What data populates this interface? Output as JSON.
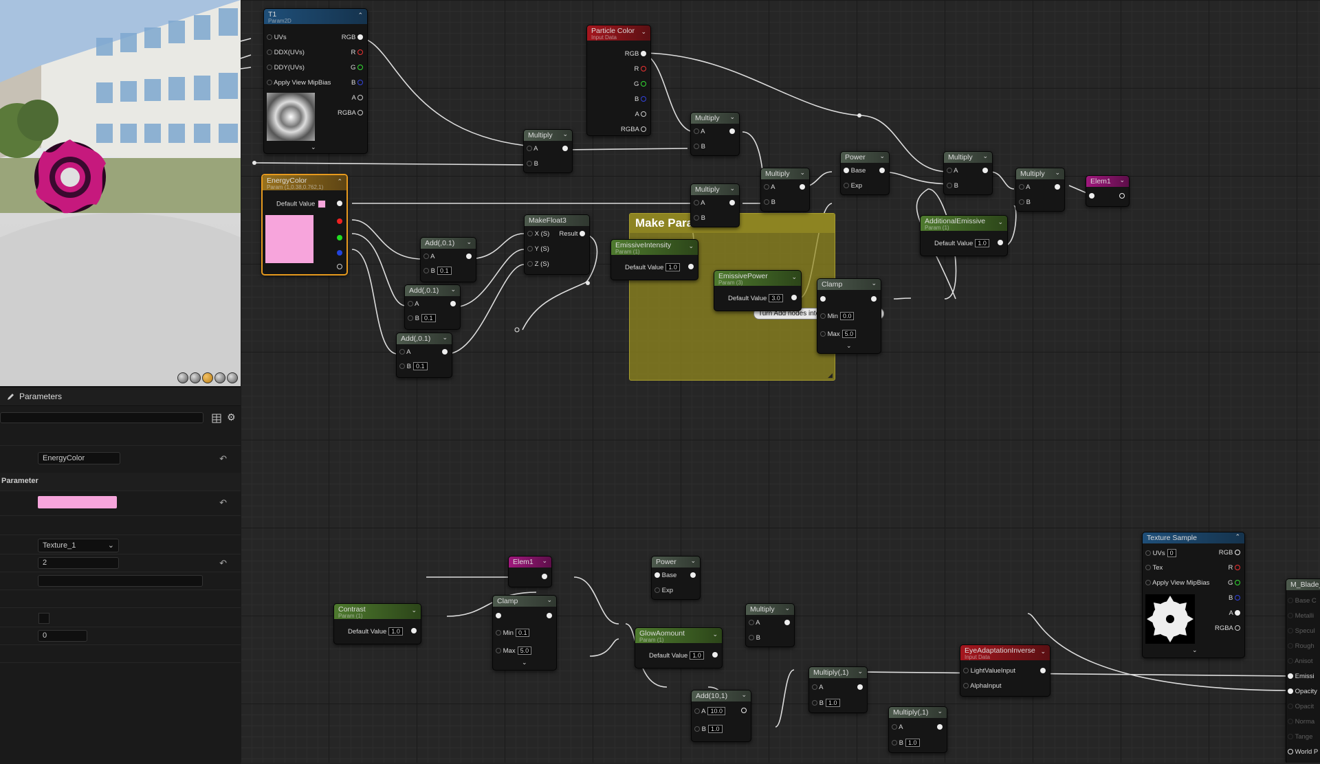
{
  "colors": {
    "accent": "#f7a5dc",
    "particle": "#c6197d"
  },
  "viewport": {
    "controls": [
      "lit-mode",
      "unlit-mode",
      "material-mode",
      "wireframe-mode",
      "realtime-mode"
    ]
  },
  "details": {
    "title": "Parameters",
    "param_name": "EnergyColor",
    "group_label": "Parameter",
    "texture_select": "Texture_1",
    "number_value": "2",
    "zero_value": "0"
  },
  "nodes": {
    "t1": {
      "title": "T1",
      "subtitle": "Param2D",
      "inputs": [
        "UVs",
        "DDX(UVs)",
        "DDY(UVs)",
        "Apply View MipBias"
      ],
      "outputs": [
        "RGB",
        "R",
        "G",
        "B",
        "A",
        "RGBA"
      ]
    },
    "particle": {
      "title": "Particle Color",
      "subtitle": "Input Data",
      "outputs": [
        "RGB",
        "R",
        "G",
        "B",
        "A",
        "RGBA"
      ]
    },
    "energy": {
      "title": "EnergyColor",
      "subtitle": "Param (1,0.38,0.762,1)",
      "default_label": "Default Value"
    },
    "makeparam": {
      "title": "Make Param"
    },
    "makefloat3": {
      "title": "MakeFloat3",
      "inputs": [
        "X (S)",
        "Y (S)",
        "Z (S)"
      ],
      "output": "Result"
    },
    "add1": {
      "title": "Add(,0.1)",
      "a": "A",
      "b": "B",
      "bval": "0.1"
    },
    "add2": {
      "title": "Add(,0.1)",
      "a": "A",
      "b": "B",
      "bval": "0.1"
    },
    "add3": {
      "title": "Add(,0.1)",
      "a": "A",
      "b": "B",
      "bval": "0.1"
    },
    "tooltip": "Turn Add nodes into StaticSwitchParam",
    "mul1": {
      "title": "Multiply",
      "a": "A",
      "b": "B"
    },
    "mul2": {
      "title": "Multiply",
      "a": "A",
      "b": "B"
    },
    "mul3": {
      "title": "Multiply",
      "a": "A",
      "b": "B"
    },
    "mul4": {
      "title": "Multiply",
      "a": "A",
      "b": "B"
    },
    "mul5": {
      "title": "Multiply",
      "a": "A",
      "b": "B"
    },
    "mul6": {
      "title": "Multiply",
      "a": "A",
      "b": "B"
    },
    "power1": {
      "title": "Power",
      "base": "Base",
      "exp": "Exp"
    },
    "emissive_int": {
      "title": "EmissiveIntensity",
      "subtitle": "Param (1)",
      "label": "Default Value",
      "val": "1.0"
    },
    "emissive_pow": {
      "title": "EmissivePower",
      "subtitle": "Param (3)",
      "label": "Default Value",
      "val": "3.0"
    },
    "clamp1": {
      "title": "Clamp",
      "min": "Min",
      "minv": "0.0",
      "max": "Max",
      "maxv": "5.0"
    },
    "add_emissive": {
      "title": "AdditionalEmissive",
      "subtitle": "Param (1)",
      "label": "Default Value",
      "val": "1.0"
    },
    "elem1a": {
      "title": "Elem1"
    },
    "elem1b": {
      "title": "Elem1"
    },
    "contrast": {
      "title": "Contrast",
      "subtitle": "Param (1)",
      "label": "Default Value",
      "val": "1.0"
    },
    "clamp2": {
      "title": "Clamp",
      "min": "Min",
      "minv": "0.1",
      "max": "Max",
      "maxv": "5.0"
    },
    "power2": {
      "title": "Power",
      "base": "Base",
      "exp": "Exp"
    },
    "glow": {
      "title": "GlowAomount",
      "subtitle": "Param (1)",
      "label": "Default Value",
      "val": "1.0"
    },
    "mul7": {
      "title": "Multiply",
      "a": "A",
      "b": "B"
    },
    "add10": {
      "title": "Add(10,1)",
      "a": "A",
      "aval": "10.0",
      "b": "B",
      "bval": "1.0"
    },
    "mul8": {
      "title": "Multiply(,1)",
      "a": "A",
      "b": "B",
      "bval": "1.0"
    },
    "mul9": {
      "title": "Multiply(,1)",
      "a": "A",
      "b": "B",
      "bval": "1.0"
    },
    "eye": {
      "title": "EyeAdaptationInverse",
      "subtitle": "Input Data",
      "inputs": [
        "LightValueInput",
        "AlphaInput"
      ]
    },
    "texsample": {
      "title": "Texture Sample",
      "inputs": [
        "UVs",
        "Tex",
        "Apply View MipBias"
      ],
      "uvval": "0",
      "outputs": [
        "RGB",
        "R",
        "G",
        "B",
        "A",
        "RGBA"
      ]
    },
    "mblade": {
      "title": "M_Blade_",
      "pins": [
        "Base C",
        "Metalli",
        "Specul",
        "Rough",
        "Anisot",
        "Emissi",
        "Opacity",
        "Opacit",
        "Norma",
        "Tange",
        "World P"
      ]
    }
  }
}
